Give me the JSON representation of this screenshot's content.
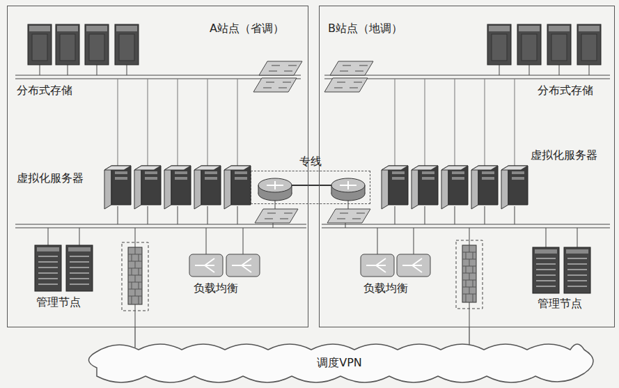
{
  "diagram": {
    "nodes": [
      {
        "text": [
          "A站点（省调）"
        ]
      },
      {
        "text": [
          "B站点（地调）"
        ]
      },
      {
        "text": [
          "专线"
        ]
      },
      {
        "text": [
          "调度VPN"
        ]
      }
    ],
    "edges": [
      {
        "from": 0,
        "to": 3,
        "arrow": "none"
      },
      {
        "from": 1,
        "to": 3,
        "arrow": "none"
      }
    ],
    "labels": [
      "分布式存储",
      "虚拟化服务器",
      "管理节点",
      "负载均衡",
      "分布式存储",
      "虚拟化服务器",
      "负载均衡",
      "管理节点"
    ]
  }
}
